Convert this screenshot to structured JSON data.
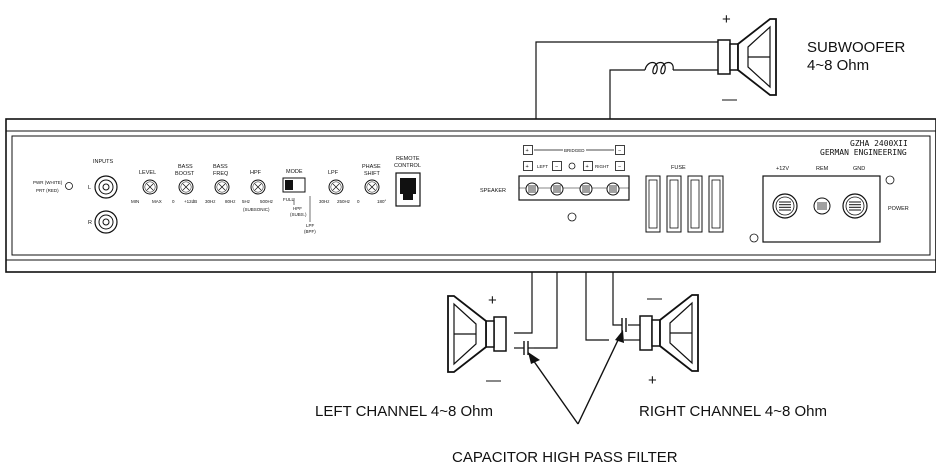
{
  "amplifier": {
    "brand_model": "GZHA 2400XII",
    "brand_name": "GERMAN ENGINEERING",
    "led_labels": {
      "pwr": "PWR (WHITE)",
      "prt": "PRT (RED)"
    },
    "inputs": {
      "label": "INPUTS",
      "left": "L",
      "right": "R"
    },
    "level": {
      "label": "LEVEL",
      "min": "MIN",
      "max": "MAX"
    },
    "bass_boost": {
      "label_1": "BASS",
      "label_2": "BOOST",
      "min": "0",
      "max": "+12dB"
    },
    "bass_freq": {
      "label_1": "BASS",
      "label_2": "FREQ",
      "min": "30Hz",
      "max": "80Hz"
    },
    "hpf": {
      "label": "HPF",
      "min": "5Hz",
      "max": "500Hz",
      "note": "(SUBSONIC)"
    },
    "mode": {
      "label": "MODE",
      "full": "FULL",
      "hpf_1": "HPF",
      "hpf_2": "(SUBS.)",
      "lpf_1": "LPF",
      "lpf_2": "(BPF)"
    },
    "lpf": {
      "label": "LPF",
      "min": "30Hz",
      "max": "250Hz"
    },
    "phase_shift": {
      "label_1": "PHASE",
      "label_2": "SHIFT",
      "min": "0",
      "max": "180°"
    },
    "remote_control": {
      "label_1": "REMOTE",
      "label_2": "CONTROL"
    },
    "speaker": {
      "label": "SPEAKER",
      "bridged": "BRIDGED",
      "left": "LEFT",
      "right": "RIGHT"
    },
    "fuse": {
      "label": "FUSE"
    },
    "power": {
      "v12": "+12V",
      "rem": "REM",
      "gnd": "GND",
      "label": "POWER"
    }
  },
  "speakers": {
    "subwoofer": {
      "title": "SUBWOOFER",
      "impedance": "4~8 Ohm",
      "plus": "+",
      "minus": "—"
    },
    "left": {
      "label": "LEFT CHANNEL 4~8 Ohm",
      "plus": "+",
      "minus": "—"
    },
    "right": {
      "label": "RIGHT CHANNEL 4~8 Ohm",
      "plus": "+",
      "minus": "—"
    }
  },
  "filter_label": "CAPACITOR HIGH PASS FILTER",
  "terminal_signs": {
    "plus": "+",
    "minus": "−"
  }
}
